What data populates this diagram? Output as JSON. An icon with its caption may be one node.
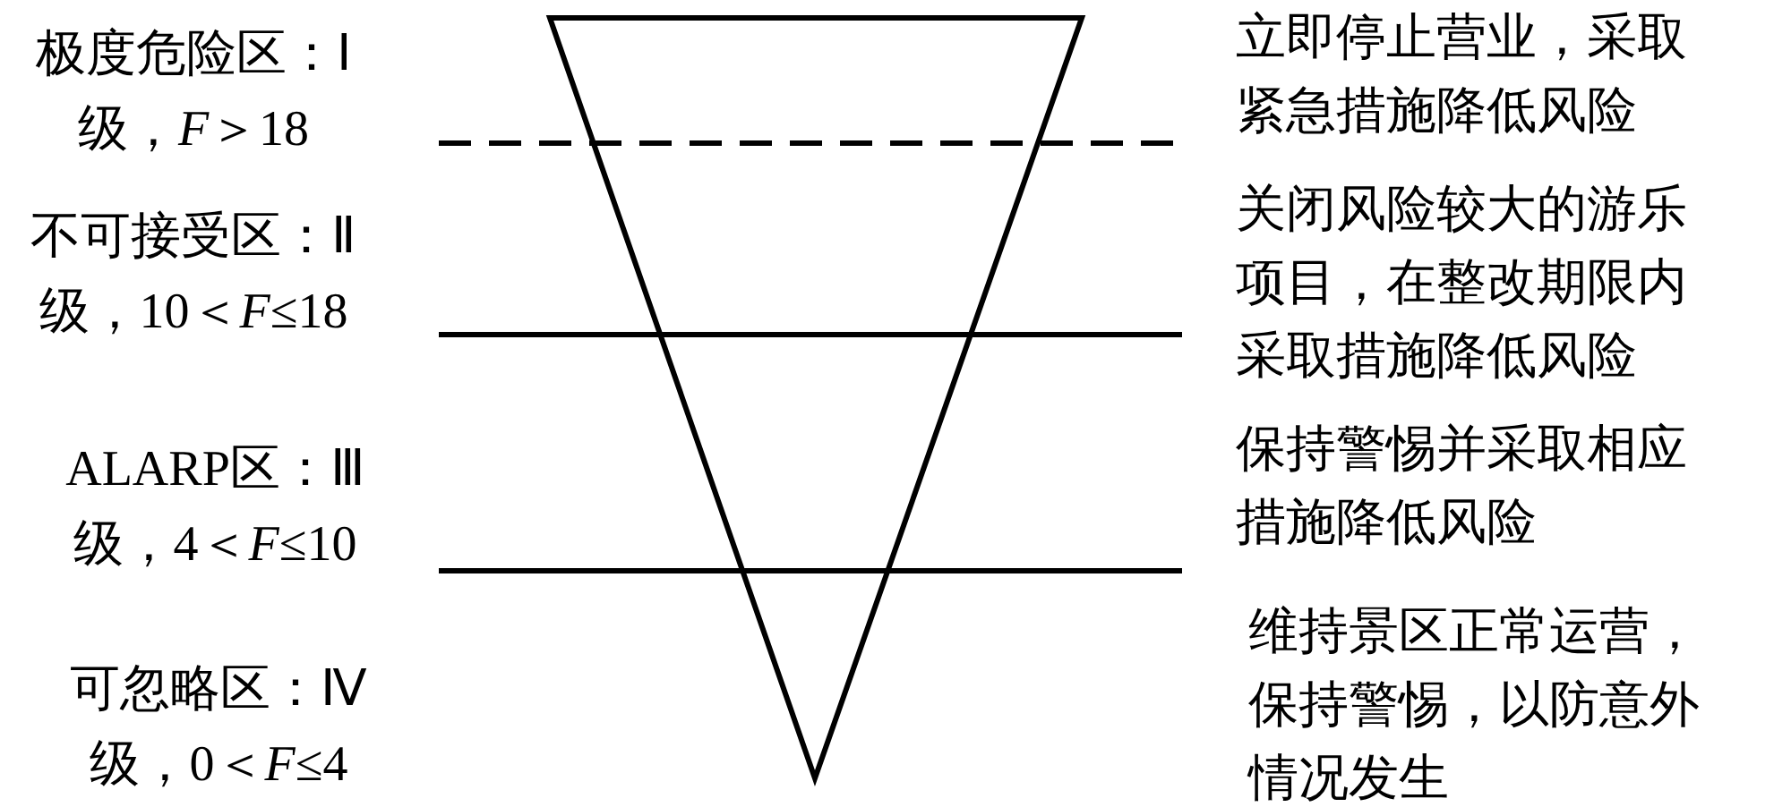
{
  "diagram": {
    "labels": [
      "极度危险区：Ⅰ级，*F*＞18",
      "立即停止营业，采取紧急措施降低风险",
      "不可接受区：Ⅱ级，10＜*F*≤18",
      "关闭风险较大的游乐项目，在整改期限内采取措施降低风险",
      "ALARP区：Ⅲ级，4＜*F*≤10",
      "保持警惕并采取相应措施降低风险",
      "可忽略区：Ⅳ级，0＜*F*≤4",
      "维持景区正常运营，保持警惕，以防意外情况发生"
    ]
  }
}
